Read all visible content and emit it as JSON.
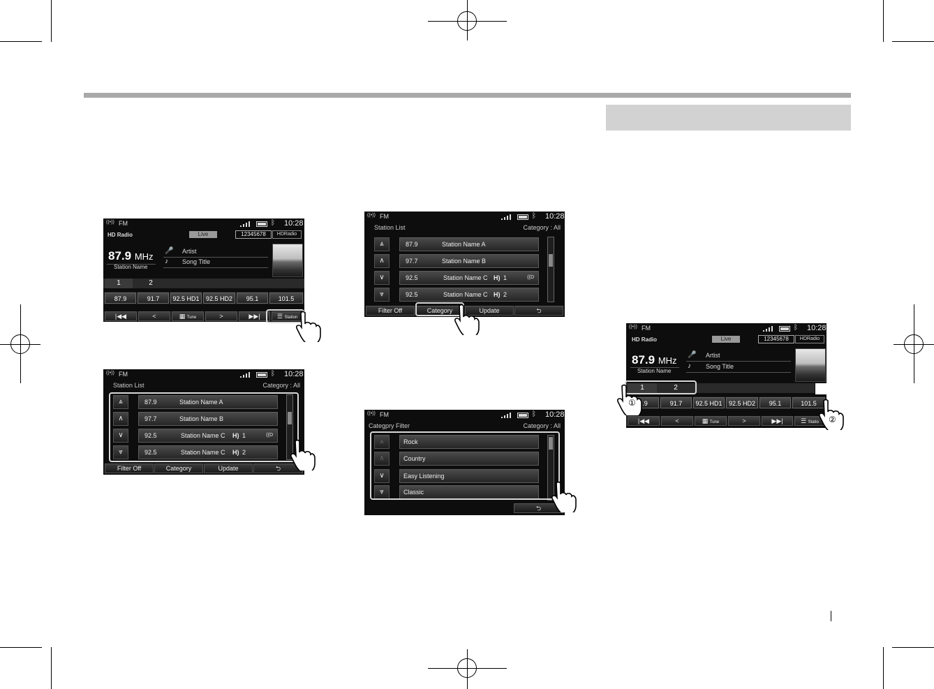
{
  "screens": {
    "radio_a": {
      "band": "FM",
      "clock": "10:28",
      "hd_logo": "HD Radio",
      "live": "Live",
      "station_id": "12345678",
      "hd_badge": "HDRadio",
      "freq": "87.9",
      "freq_unit": "MHz",
      "station_name": "Station Name",
      "artist": "Artist",
      "song": "Song Title",
      "tabs": [
        "1",
        "2"
      ],
      "presets": [
        "87.9",
        "91.7",
        "92.5 HD1",
        "92.5 HD2",
        "95.1",
        "101.5"
      ],
      "controls": {
        "prev_seek": "|◀◀",
        "prev": "<",
        "tune": "Tune",
        "next": ">",
        "next_seek": "▶▶|",
        "station": "Station"
      }
    },
    "list_a": {
      "band": "FM",
      "clock": "10:28",
      "title": "Station List",
      "category": "Category : All",
      "items": [
        {
          "freq": "87.9",
          "name": "Station Name A",
          "hd": "",
          "tag": ""
        },
        {
          "freq": "97.7",
          "name": "Station Name B",
          "hd": "",
          "tag": ""
        },
        {
          "freq": "92.5",
          "name": "Station Name C",
          "hd": "1",
          "tag": "((D"
        },
        {
          "freq": "92.5",
          "name": "Station Name C",
          "hd": "2",
          "tag": ""
        }
      ],
      "buttons": {
        "filter": "Filter Off",
        "category": "Category",
        "update": "Update",
        "back": "⮌"
      }
    },
    "list_b": {
      "band": "FM",
      "clock": "10:28",
      "title": "Station List",
      "category": "Category : All",
      "items": [
        {
          "freq": "87.9",
          "name": "Station Name A",
          "hd": "",
          "tag": ""
        },
        {
          "freq": "97.7",
          "name": "Station Name B",
          "hd": "",
          "tag": ""
        },
        {
          "freq": "92.5",
          "name": "Station Name C",
          "hd": "1",
          "tag": "((D"
        },
        {
          "freq": "92.5",
          "name": "Station Name C",
          "hd": "2",
          "tag": ""
        }
      ],
      "buttons": {
        "filter": "Filter Off",
        "category": "Category",
        "update": "Update",
        "back": "⮌"
      }
    },
    "filter": {
      "band": "FM",
      "clock": "10:28",
      "title": "Categpry Filter",
      "category": "Category : All",
      "items": [
        "Rock",
        "Country",
        "Easy Listening",
        "Classic"
      ],
      "back": "⮌"
    },
    "radio_b": {
      "band": "FM",
      "clock": "10:28",
      "hd_logo": "HD Radio",
      "live": "Live",
      "station_id": "12345678",
      "hd_badge": "HDRadio",
      "freq": "87.9",
      "freq_unit": "MHz",
      "station_name": "Station Name",
      "artist": "Artist",
      "song": "Song Title",
      "tabs": [
        "1",
        "2"
      ],
      "presets": [
        "7.9",
        "91.7",
        "92.5 HD1",
        "92.5 HD2",
        "95.1",
        "101.5"
      ],
      "controls": {
        "prev_seek": "|◀◀",
        "prev": "<",
        "tune": "Tune",
        "next": ">",
        "next_seek": "▶▶|",
        "station": "Statio"
      },
      "step1": "①",
      "step2": "②"
    }
  }
}
